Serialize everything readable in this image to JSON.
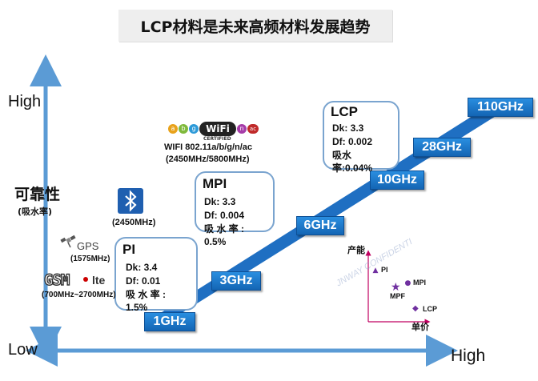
{
  "title": "LCP材料是未来高频材料发展趋势",
  "y_axis": {
    "high": "High",
    "low": "Low",
    "label": "可靠性",
    "sublabel": "(吸水率)"
  },
  "x_axis": {
    "high": "High"
  },
  "colors": {
    "arrow": "#5b9bd5",
    "tag": "#1a73c8",
    "box_border": "#7aa4cf",
    "marker": "#7030a0"
  },
  "frequency_tags": [
    "1GHz",
    "3GHz",
    "6GHz",
    "10GHz",
    "28GHz",
    "110GHz"
  ],
  "materials": [
    {
      "name": "PI",
      "lines": [
        "Dk: 3.4",
        "Df: 0.01",
        "吸 水 率 :",
        "1.5%"
      ]
    },
    {
      "name": "MPI",
      "lines": [
        "Dk: 3.3",
        "Df: 0.004",
        "吸 水 率 :",
        "0.5%"
      ]
    },
    {
      "name": "LCP",
      "lines": [
        "Dk: 3.3",
        "Df: 0.002",
        "吸水",
        "率:0.04%"
      ]
    }
  ],
  "technologies": {
    "wifi_logo_letters": [
      "a",
      "b",
      "g",
      "n",
      "ac"
    ],
    "wifi_logo_word": "WiFi",
    "wifi_certified": "CERTIFIED",
    "wifi_line1": "WIFI  802.11a/b/g/n/ac",
    "wifi_line2": "(2450MHz/5800MHz)",
    "bluetooth": "(2450MHz)",
    "gps": "GPS",
    "gps_freq": "(1575MHz)",
    "gsm": "GSM",
    "lte": "lte",
    "gsm_freq": "(700MHz~2700MHz)"
  },
  "inset_chart": {
    "ylabel": "产能",
    "xlabel": "单价",
    "watermark": "JNWAY CONFIDENTI",
    "points": [
      {
        "label": "PI",
        "marker": "triangle",
        "x": 1,
        "y": 4
      },
      {
        "label": "MPI",
        "marker": "circle",
        "x": 5,
        "y": 3
      },
      {
        "label": "MPF",
        "marker": "star",
        "x": 3.5,
        "y": 2.7
      },
      {
        "label": "LCP",
        "marker": "diamond",
        "x": 6,
        "y": 1
      }
    ]
  }
}
